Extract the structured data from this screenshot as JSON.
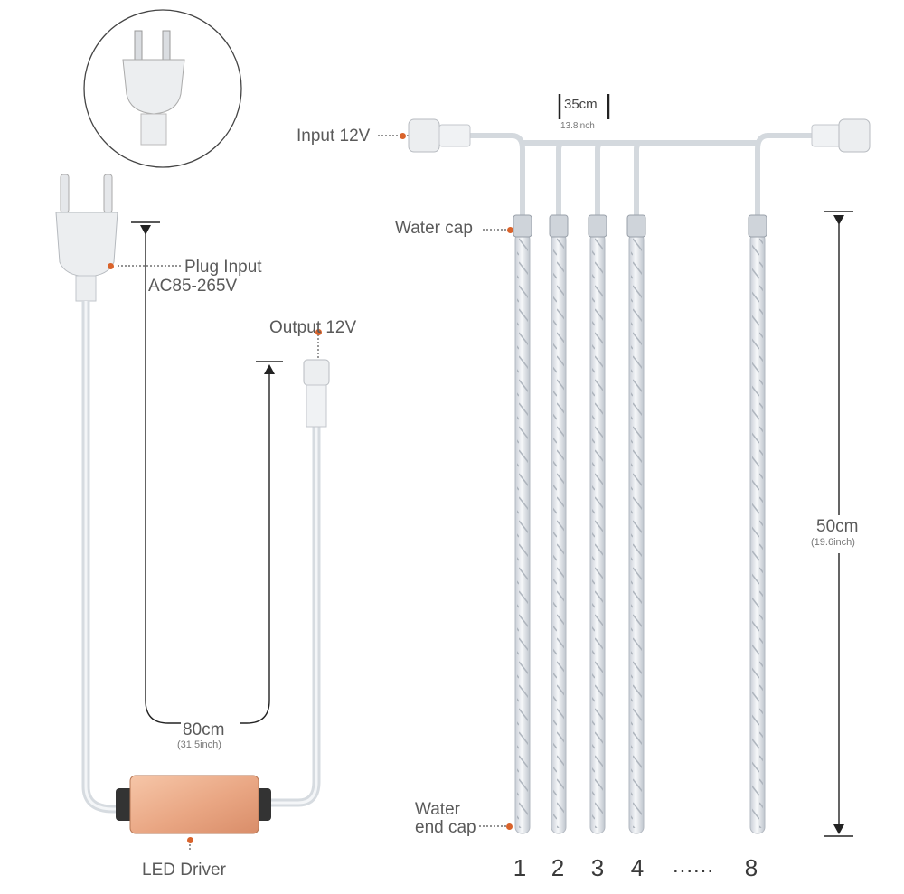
{
  "labels": {
    "input": "Input 12V",
    "water_cap": "Water cap",
    "water_end_cap_line1": "Water",
    "water_end_cap_line2": "end cap",
    "plug_input_line1": "Plug Input",
    "plug_input_line2": "AC85-265V",
    "output": "Output 12V",
    "led_driver": "LED Driver"
  },
  "dimensions": {
    "spacing_cm": "35cm",
    "spacing_inch": "13.8inch",
    "tube_length_cm": "50cm",
    "tube_length_inch": "(19.6inch)",
    "cable_length_cm": "80cm",
    "cable_length_inch": "(31.5inch)"
  },
  "tube_numbers": [
    "1",
    "2",
    "3",
    "4",
    "8"
  ],
  "ellipsis": "......",
  "colors": {
    "accent": "#d9632b",
    "driver": "#e8a783",
    "tube": "#d8dde3",
    "line": "#222222"
  }
}
